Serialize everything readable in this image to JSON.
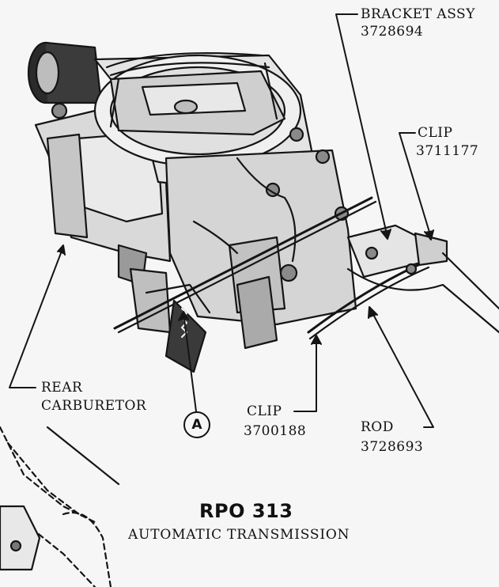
{
  "labels": {
    "bracket_name": "BRACKET ASSY",
    "bracket_part": "3728694",
    "clip_top_name": "CLIP",
    "clip_top_part": "3711177",
    "rear_carb_line1": "REAR",
    "rear_carb_line2": "CARBURETOR",
    "clip_bottom_name": "CLIP",
    "clip_bottom_part": "3700188",
    "rod_name": "ROD",
    "rod_part": "3728693",
    "callout_a": "A"
  },
  "caption": {
    "title": "RPO 313",
    "subtitle": "AUTOMATIC TRANSMISSION"
  }
}
